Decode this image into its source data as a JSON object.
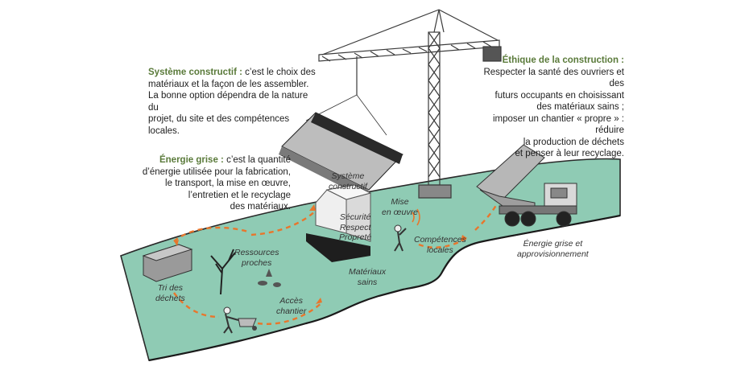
{
  "texts": {
    "systeme_constructif": {
      "heading": "Système constructif :",
      "lines": [
        "c’est le choix des",
        "matériaux et la façon de les assembler.",
        "La bonne option dépendra de la nature du",
        "projet, du site et des compétences locales."
      ]
    },
    "energie_grise": {
      "heading": "Énergie grise :",
      "lines": [
        "c’est la quantité",
        "d’énergie utilisée pour la fabrication,",
        "le transport, la mise en œuvre,",
        "l’entretien et le recyclage",
        "des matériaux."
      ]
    },
    "ethique": {
      "heading": "Éthique de la construction :",
      "lines": [
        "Respecter la santé des ouvriers et des",
        "futurs occupants en choisissant",
        "des matériaux sains ;",
        "imposer un chantier « propre » : réduire",
        "la production de déchets",
        "et penser à leur recyclage."
      ]
    }
  },
  "labels": {
    "systeme": [
      "Système",
      "constructif"
    ],
    "mise": [
      "Mise",
      "en œuvre"
    ],
    "competences": [
      "Compétences",
      "locales"
    ],
    "energie_appro": [
      "Énergie grise et",
      "approvisionnement"
    ],
    "ressources": [
      "Ressources",
      "proches"
    ],
    "materiaux": [
      "Matériaux",
      "sains"
    ],
    "tri": [
      "Tri des",
      "déchets"
    ],
    "acces": [
      "Accès",
      "chantier"
    ],
    "valeurs": [
      "Sécurité",
      "Respect",
      "Propreté"
    ]
  },
  "colors": {
    "ground": "#8fcbb4",
    "ground_edge": "#2a2a2a",
    "arrow": "#e8762c",
    "heading": "#5a7a3a",
    "crane": "#3a3a3a"
  }
}
